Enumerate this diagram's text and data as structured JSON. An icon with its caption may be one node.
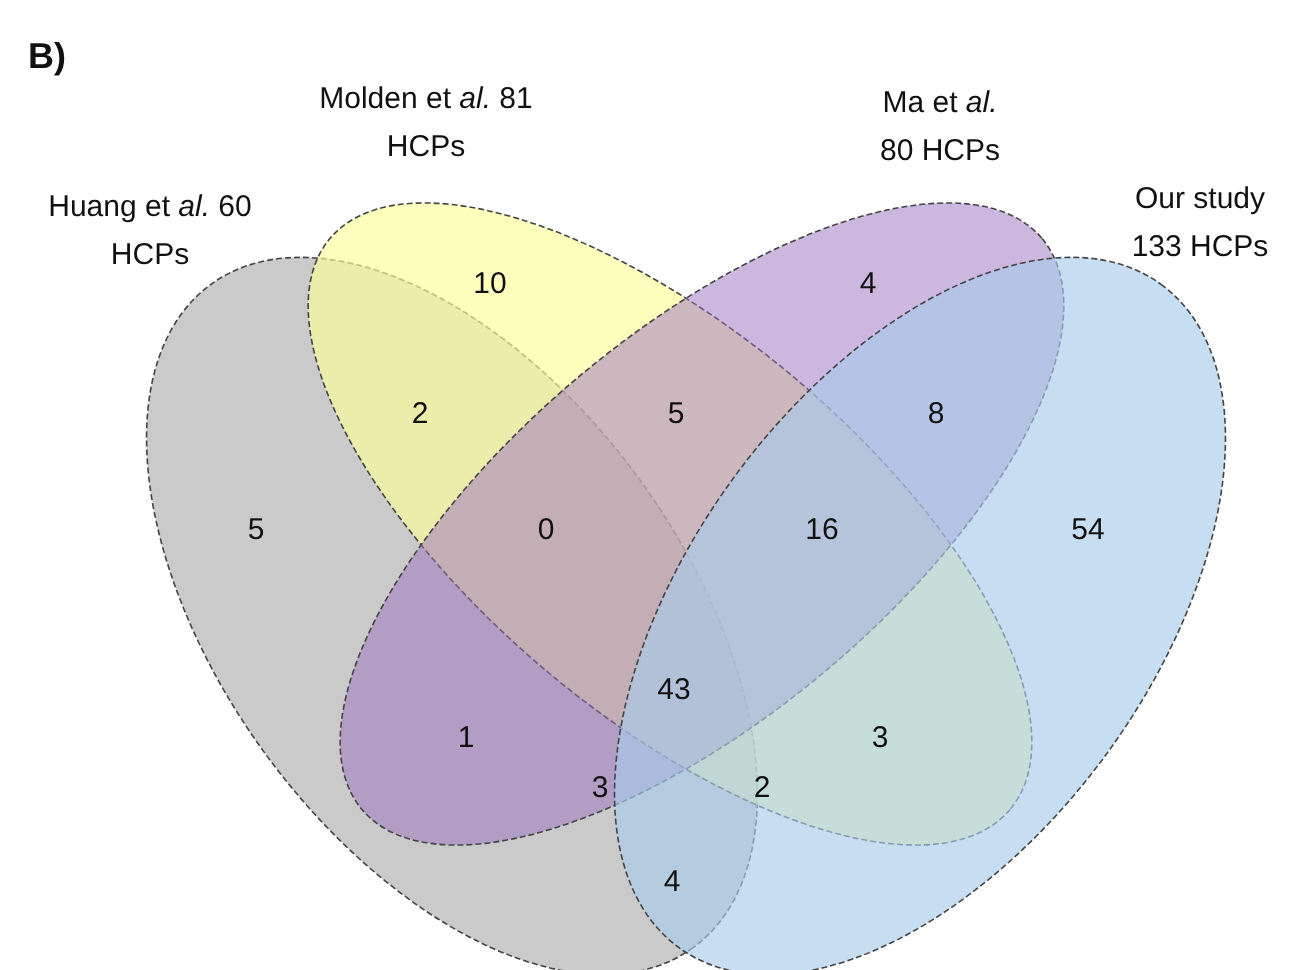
{
  "diagram": {
    "nodes": [
      {
        "text": [
          "Huang et *al.* 60 HCPs"
        ]
      },
      {
        "text": [
          "Molden et *al.* 81 HCPs"
        ]
      },
      {
        "text": [
          "Ma et *al.* 80 HCPs"
        ]
      },
      {
        "text": [
          "Our study 133 HCPs"
        ]
      }
    ],
    "labels": [
      "B)",
      "10",
      "4",
      "2",
      "5",
      "8",
      "5",
      "0",
      "16",
      "54",
      "43",
      "1",
      "3",
      "3",
      "2",
      "4"
    ]
  }
}
